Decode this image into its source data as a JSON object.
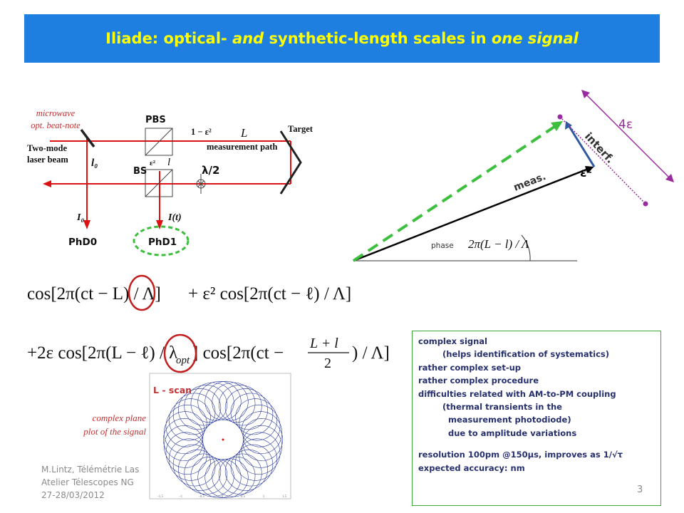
{
  "title": {
    "prefix": "Iliade:  optical- ",
    "and": "and",
    "middle": "  synthetic-length scales in ",
    "emph": "one signal"
  },
  "setup": {
    "microwave": "microwave",
    "beat_note": "opt. beat-note",
    "two_mode": "Two-mode",
    "laser_beam": "laser beam",
    "pbs": "PBS",
    "bs": "BS",
    "one_minus_eps2": "1 − ε²",
    "eps2": "ε²",
    "L": "L",
    "l": "l",
    "measurement_path": "measurement path",
    "target": "Target",
    "half_wave": "λ/2",
    "l0": "l₀",
    "I0": "I₀",
    "It": "I(t)",
    "phd0": "PhD0",
    "phd1": "PhD1"
  },
  "phasor": {
    "four_eps": "4ε",
    "interf": "interf.",
    "eps2": "ε²",
    "meas": "meas.",
    "phase": "phase",
    "phase_formula": "2π(L − l) / Λ"
  },
  "equations": {
    "eq1_a": "cos[2π(ct − L) / Λ]",
    "eq1_b": "+ ε² cos[2π(ct − ℓ) / Λ]",
    "eq2_a": "+2ε cos[2π(L − ℓ) / λ",
    "eq2_sub": "opt",
    "eq2_b": "] cos[2π(ct − ",
    "eq2_num": "L + l",
    "eq2_den": "2",
    "eq2_c": ") / Λ]"
  },
  "plot": {
    "scan_label": "L - scan",
    "caption_1": "complex plane",
    "caption_2": "plot of the signal",
    "ticks": [
      "-1.5",
      "-1",
      "-0.5",
      "0",
      "0.5",
      "1",
      "1.5"
    ]
  },
  "notes": [
    "complex signal",
    "(helps identification of systematics)",
    "rather complex set-up",
    "rather complex procedure",
    "difficulties related with AM-to-PM coupling",
    "(thermal transients in the",
    "measurement photodiode)",
    "due to amplitude variations",
    "resolution 100pm @150µs, improves as 1/√τ",
    "expected accuracy: nm"
  ],
  "footer": {
    "line1": "M.Lintz, Télémétrie Las",
    "line2": "Atelier Télescopes NG",
    "line3": "27-28/03/2012"
  },
  "slide_number": "3"
}
